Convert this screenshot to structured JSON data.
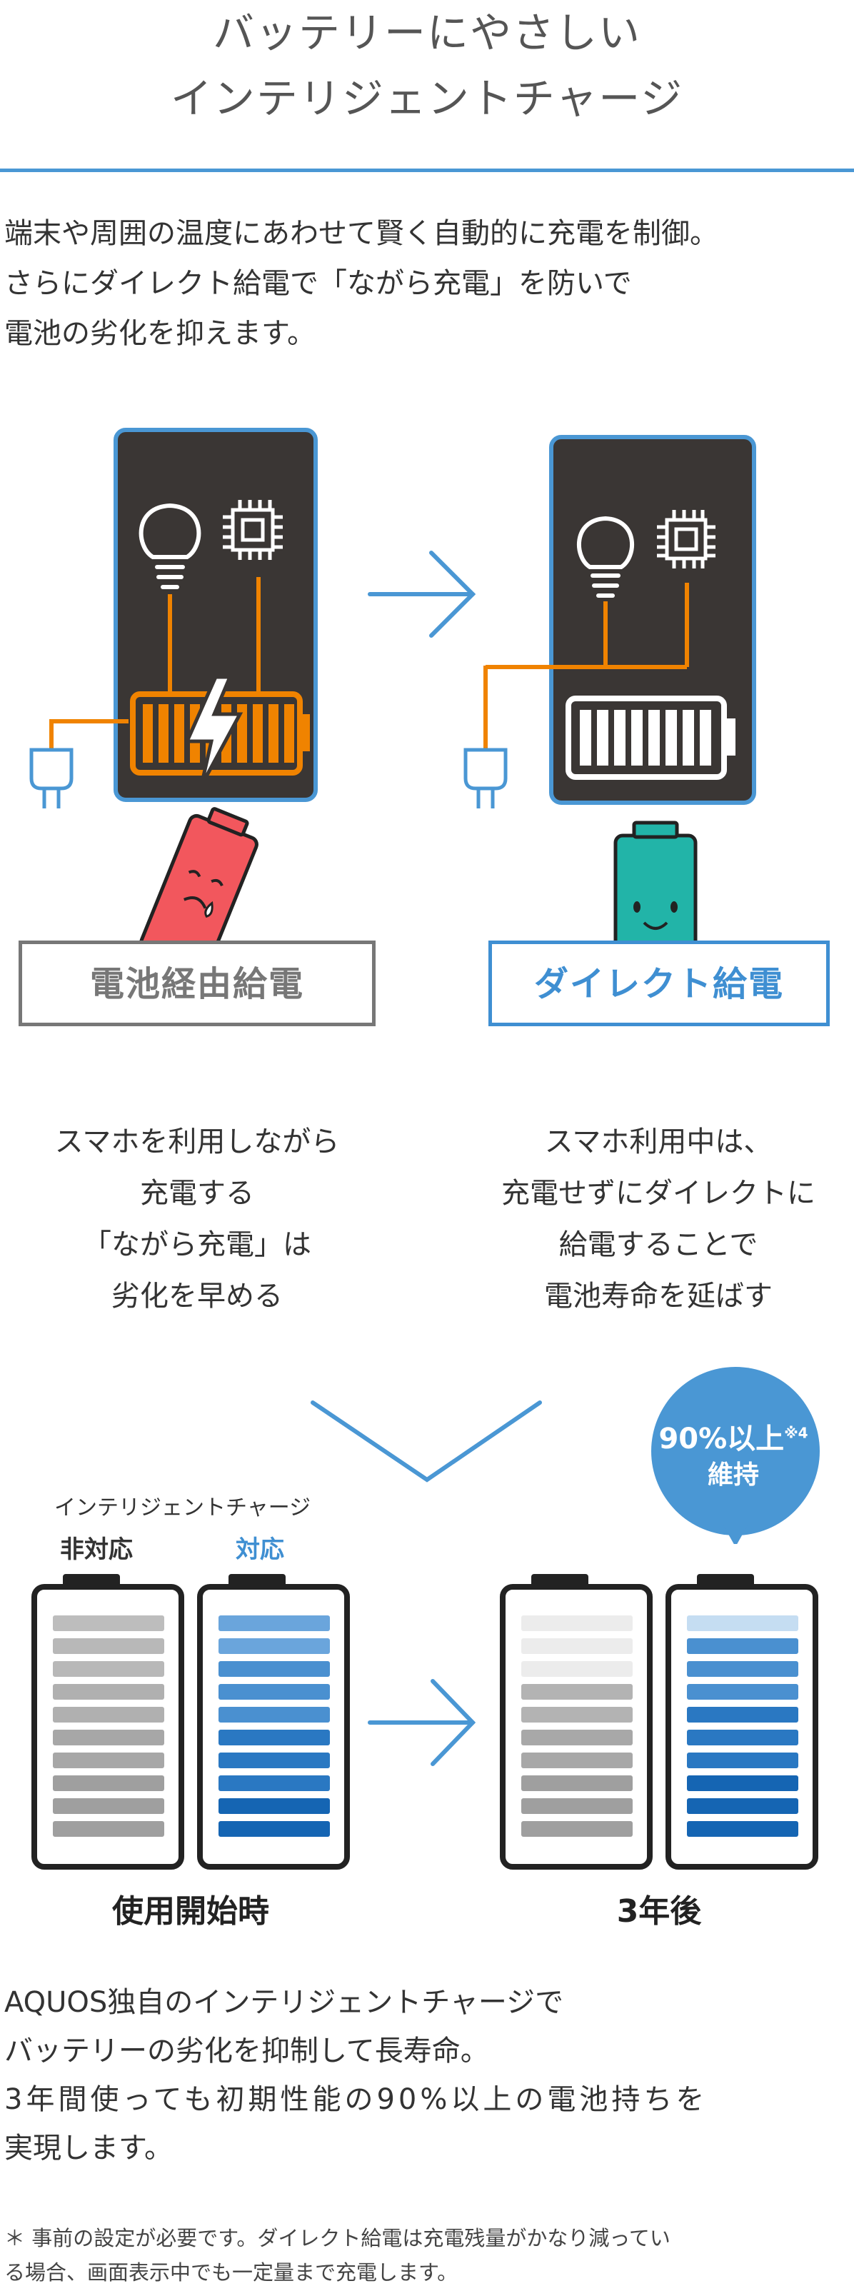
{
  "title": {
    "line1": "バッテリーにやさしい",
    "line2": "インテリジェントチャージ"
  },
  "lead": {
    "line1": "端末や周囲の温度にあわせて賢く自動的に充電を制御。",
    "line2": "さらにダイレクト給電で「ながら充電」を防いで",
    "line3": "電池の劣化を抑えます。"
  },
  "left_panel": {
    "label": "電池経由給電",
    "caption": [
      "スマホを利用しながら",
      "充電する",
      "「ながら充電」は",
      "劣化を早める"
    ],
    "color": "#777777"
  },
  "right_panel": {
    "label": "ダイレクト給電",
    "caption": [
      "スマホ利用中は、",
      "充電せずにダイレクトに",
      "給電することで",
      "電池寿命を延ばす"
    ],
    "color": "#3f8fd2"
  },
  "comparison": {
    "heading": "インテリジェントチャージ",
    "col_unsupported": "非対応",
    "col_supported": "対応",
    "start_label": "使用開始時",
    "after_label": "3年後",
    "bubble_value": "90%以上",
    "bubble_note": "※4",
    "bubble_line2": "維持"
  },
  "summary": {
    "line1": "AQUOS独自のインテリジェントチャージで",
    "line2": "バッテリーの劣化を抑制して長寿命。",
    "line3": "3年間使っても初期性能の90%以上の電池持ちを",
    "line4": "実現します。"
  },
  "footnote": {
    "line1": "＊ 事前の設定が必要です。ダイレクト給電は充電残量がかなり減ってい",
    "line2": "る場合、画面表示中でも一定量まで充電します。"
  },
  "colors": {
    "accent_blue": "#4a97d4",
    "orange": "#f08300",
    "phone_body": "#3a3634",
    "red_battery": "#f2575d",
    "teal_battery": "#22b4a8"
  }
}
